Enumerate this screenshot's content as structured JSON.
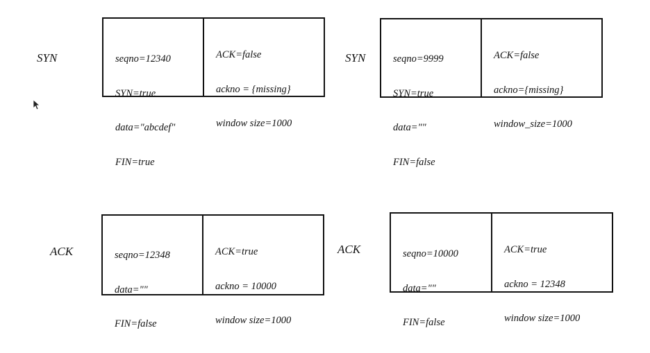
{
  "packets": [
    {
      "label": "SYN",
      "left_fields": [
        "seqno=12340",
        "SYN=true",
        "data=\"abcdef\"",
        "FIN=true"
      ],
      "right_fields": [
        "ACK=false",
        "ackno = {missing}",
        "window size=1000"
      ]
    },
    {
      "label": "SYN",
      "left_fields": [
        "seqno=9999",
        "SYN=true",
        "data=\"\"",
        "FIN=false"
      ],
      "right_fields": [
        "ACK=false",
        "ackno={missing}",
        "window_size=1000"
      ]
    },
    {
      "label": "ACK",
      "left_fields": [
        "seqno=12348",
        "data=\"\"",
        "FIN=false"
      ],
      "right_fields": [
        "ACK=true",
        "ackno = 10000",
        "window size=1000"
      ]
    },
    {
      "label": "ACK",
      "left_fields": [
        "seqno=10000",
        "data=\"\"",
        "FIN=false"
      ],
      "right_fields": [
        "ACK=true",
        "ackno = 12348",
        "window size=1000"
      ]
    }
  ]
}
